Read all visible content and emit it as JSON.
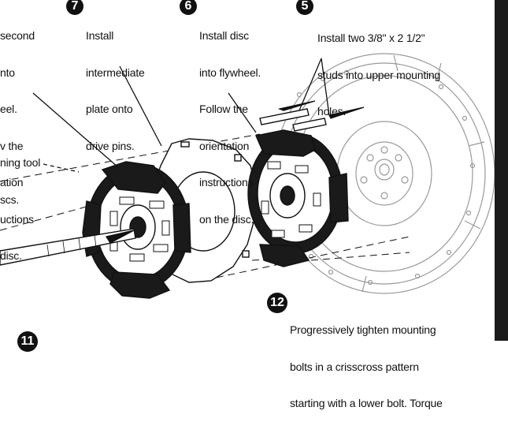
{
  "steps": {
    "step8": {
      "lines": [
        "second",
        "nto",
        "eel.",
        "v the",
        "ation",
        "uctions",
        "disc."
      ]
    },
    "step7": {
      "number": "7",
      "lines": [
        "Install",
        "intermediate",
        "plate onto",
        "drive pins."
      ]
    },
    "step6": {
      "number": "6",
      "lines": [
        "Install disc",
        "into flywheel.",
        "Follow the",
        "orientation",
        "instructions",
        "on the disc."
      ]
    },
    "step5": {
      "number": "5",
      "lines": [
        "Install two 3/8\" x 2 1/2\"",
        "studs into upper mounting",
        "holes."
      ]
    },
    "tool_note": {
      "lines": [
        "ning tool",
        "scs."
      ]
    },
    "step12": {
      "number": "12",
      "lines": [
        "Progressively tighten mounting",
        "bolts in a crisscross pattern",
        "starting with a lower bolt. Torque"
      ]
    },
    "step11": {
      "number": "11"
    }
  },
  "colors": {
    "ink": "#111111",
    "flywheel": "#9a9a9a",
    "right_bar": "#1b1b1b"
  }
}
